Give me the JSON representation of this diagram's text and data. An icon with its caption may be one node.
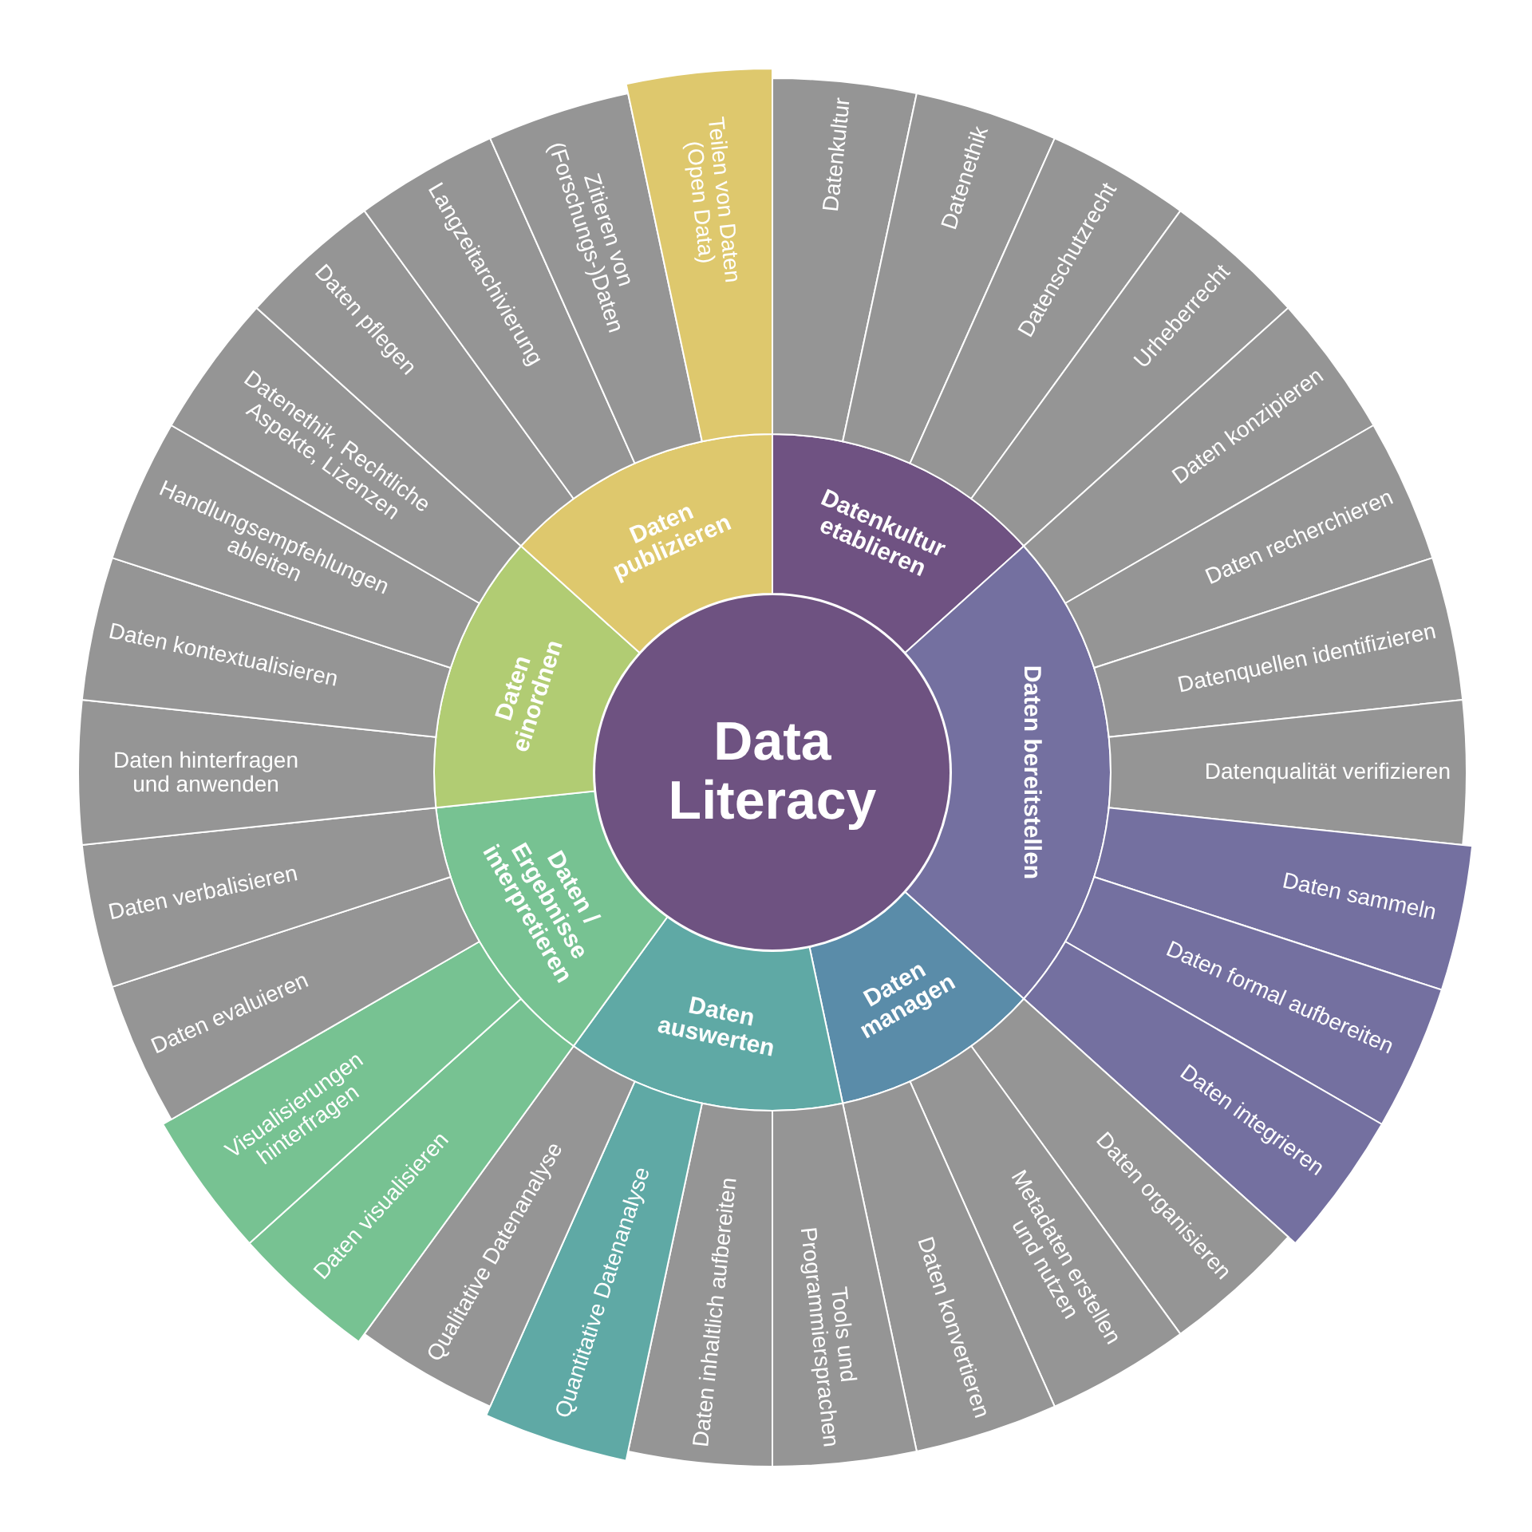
{
  "diagram": {
    "nodes": [
      {
        "text": [
          "Data Literacy"
        ]
      },
      {
        "text": [
          "Datenkultur etablieren"
        ]
      },
      {
        "text": [
          "Daten bereitstellen"
        ]
      },
      {
        "text": [
          "Daten managen"
        ]
      },
      {
        "text": [
          "Daten auswerten"
        ]
      },
      {
        "text": [
          "Daten / Ergebnisse interpretieren"
        ]
      },
      {
        "text": [
          "Daten einordnen"
        ]
      },
      {
        "text": [
          "Daten publizieren"
        ]
      },
      {
        "text": [
          "Datenkultur"
        ]
      },
      {
        "text": [
          "Datenethik"
        ]
      },
      {
        "text": [
          "Datenschutzrecht"
        ]
      },
      {
        "text": [
          "Urheberrecht"
        ]
      },
      {
        "text": [
          "Daten konzipieren"
        ]
      },
      {
        "text": [
          "Daten recherchieren"
        ]
      },
      {
        "text": [
          "Datenquellen identifizieren"
        ]
      },
      {
        "text": [
          "Datenqualität verifizieren"
        ]
      },
      {
        "text": [
          "Daten sammeln"
        ]
      },
      {
        "text": [
          "Daten formal aufbereiten"
        ]
      },
      {
        "text": [
          "Daten integrieren"
        ]
      },
      {
        "text": [
          "Daten organisieren"
        ]
      },
      {
        "text": [
          "Metadaten erstellen und nutzen"
        ]
      },
      {
        "text": [
          "Daten konvertieren"
        ]
      },
      {
        "text": [
          "Tools und Programmiersprachen"
        ]
      },
      {
        "text": [
          "Daten inhaltlich aufbereiten"
        ]
      },
      {
        "text": [
          "Quantitative Datenanalyse"
        ]
      },
      {
        "text": [
          "Qualitative Datenanalyse"
        ]
      },
      {
        "text": [
          "Daten visualisieren"
        ]
      },
      {
        "text": [
          "Visualisierungen hinterfragen"
        ]
      },
      {
        "text": [
          "Daten evaluieren"
        ]
      },
      {
        "text": [
          "Daten verbalisieren"
        ]
      },
      {
        "text": [
          "Daten hinterfragen und anwenden"
        ]
      },
      {
        "text": [
          "Daten kontextualisieren"
        ]
      },
      {
        "text": [
          "Handlungsempfehlungen ableiten"
        ]
      },
      {
        "text": [
          "Datenethik, Rechtliche Aspekte, Lizenzen"
        ]
      },
      {
        "text": [
          "Daten pflegen"
        ]
      },
      {
        "text": [
          "Langzeitarchivierung"
        ]
      },
      {
        "text": [
          "Zitieren von (Forschungs-)Daten"
        ]
      },
      {
        "text": [
          "Teilen von Daten (Open Data)"
        ]
      }
    ]
  }
}
